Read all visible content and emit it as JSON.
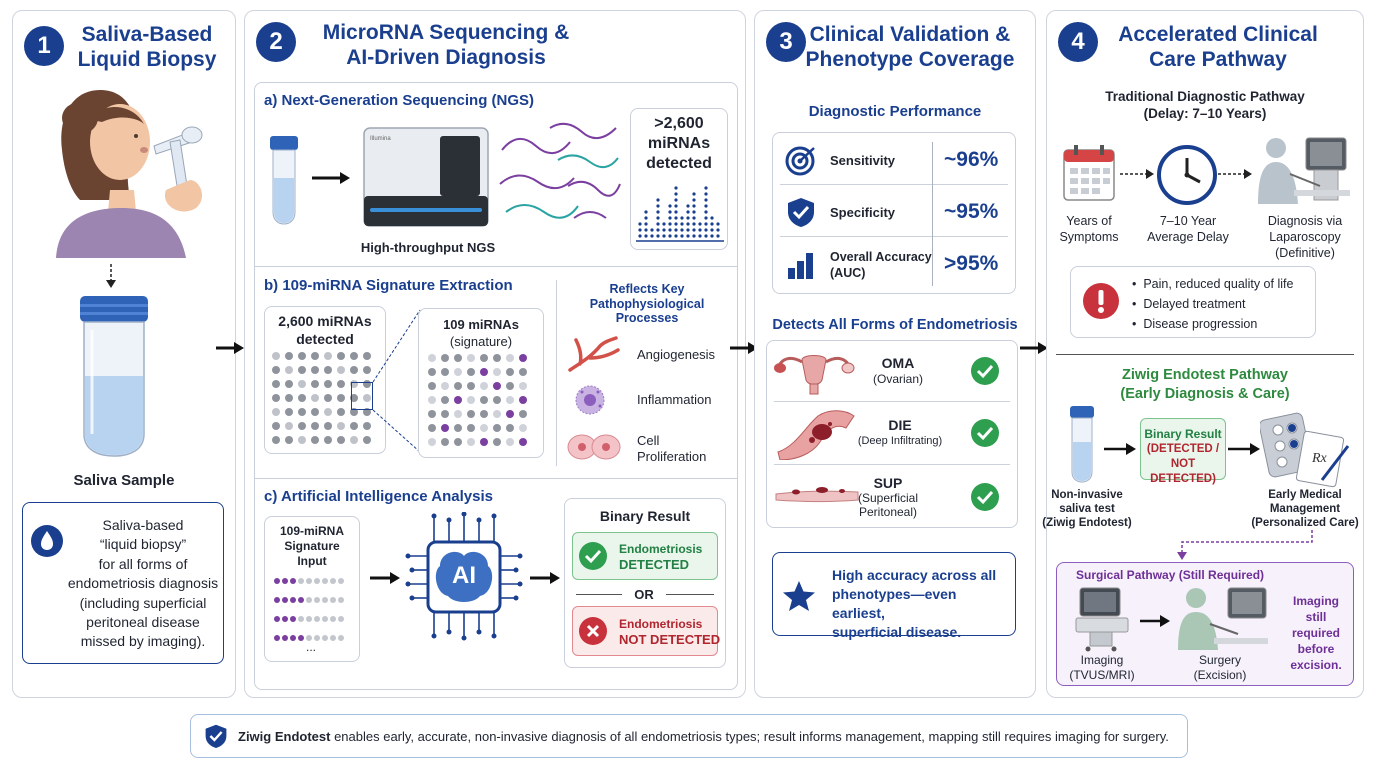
{
  "panel1": {
    "number": "1",
    "title_line1": "Saliva-Based",
    "title_line2": "Liquid Biopsy",
    "sample_label": "Saliva Sample",
    "info_lines": [
      "Saliva-based",
      "“liquid biopsy”",
      "for all forms of",
      "endometriosis diagnosis",
      "(including superficial",
      "peritoneal disease",
      "missed by imaging)."
    ],
    "info_icon": "droplet-icon"
  },
  "panel2": {
    "number": "2",
    "title_line1": "MicroRNA Sequencing &",
    "title_line2": "AI-Driven Diagnosis",
    "ngs": {
      "heading": "a) Next-Generation Sequencing (NGS)",
      "machine_label": "High-throughput NGS",
      "machine_brand": "Illumina",
      "detected_line1": ">2,600",
      "detected_line2": "miRNAs",
      "detected_line3": "detected"
    },
    "signature": {
      "heading": "b) 109-miRNA Signature Extraction",
      "left_line1": "2,600 miRNAs",
      "left_line2": "detected",
      "right_line1": "109 miRNAs",
      "right_line2": "(signature)",
      "processes_title_line1": "Reflects Key",
      "processes_title_line2": "Pathophysiological",
      "processes_title_line3": "Processes",
      "process_angiogenesis": "Angiogenesis",
      "process_inflammation": "Inflammation",
      "process_cell_line1": "Cell",
      "process_cell_line2": "Proliferation"
    },
    "ai": {
      "heading": "c) Artificial Intelligence Analysis",
      "input_line1": "109-miRNA",
      "input_line2": "Signature",
      "input_line3": "Input",
      "input_more": "...",
      "chip_label": "AI",
      "result_title": "Binary Result",
      "detected_line1": "Endometriosis",
      "detected_line2": "DETECTED",
      "or_label": "OR",
      "not_detected_line1": "Endometriosis",
      "not_detected_line2": "NOT DETECTED"
    }
  },
  "panel3": {
    "number": "3",
    "title_line1": "Clinical Validation &",
    "title_line2": "Phenotype Coverage",
    "performance_title": "Diagnostic Performance",
    "metric_sensitivity_label": "Sensitivity",
    "metric_sensitivity_value": "~96%",
    "metric_specificity_label": "Specificity",
    "metric_specificity_value": "~95%",
    "metric_accuracy_line1": "Overall Accuracy",
    "metric_accuracy_line2": "(AUC)",
    "metric_accuracy_value": ">95%",
    "forms_title": "Detects All Forms of Endometriosis",
    "form_oma_name": "OMA",
    "form_oma_desc": "(Ovarian)",
    "form_die_name": "DIE",
    "form_die_desc": "(Deep Infiltrating)",
    "form_sup_name": "SUP",
    "form_sup_desc_line1": "(Superficial",
    "form_sup_desc_line2": "Peritoneal)",
    "highlight_line1": "High accuracy across all",
    "highlight_line2": "phenotypes—even earliest,",
    "highlight_line3": "superficial disease."
  },
  "panel4": {
    "number": "4",
    "title_line1": "Accelerated Clinical",
    "title_line2": "Care Pathway",
    "traditional_title_line1": "Traditional Diagnostic Pathway",
    "traditional_title_line2": "(Delay: 7–10 Years)",
    "step_symptoms_line1": "Years of",
    "step_symptoms_line2": "Symptoms",
    "step_delay_line1": "7–10 Year",
    "step_delay_line2": "Average Delay",
    "step_lap_line1": "Diagnosis via",
    "step_lap_line2": "Laparoscopy",
    "step_lap_line3": "(Definitive)",
    "impact_1": "Pain, reduced quality of life",
    "impact_2": "Delayed treatment",
    "impact_3": "Disease progression",
    "ziwig_title_line1": "Ziwig Endotest Pathway",
    "ziwig_title_line2": "(Early Diagnosis & Care)",
    "test_line1": "Non-invasive",
    "test_line2": "saliva test",
    "test_line3": "(Ziwig Endotest)",
    "binary_line1": "Binary Result",
    "binary_line2": "(DETECTED /",
    "binary_line3": "NOT DETECTED)",
    "mgmt_line1": "Early Medical",
    "mgmt_line2": "Management",
    "mgmt_line3": "(Personalized Care)",
    "surgical_title": "Surgical Pathway (Still Required)",
    "imaging_line1": "Imaging",
    "imaging_line2": "(TVUS/MRI)",
    "surgery_line1": "Surgery",
    "surgery_line2": "(Excision)",
    "note_line1": "Imaging",
    "note_line2": "still required",
    "note_line3": "before",
    "note_line4": "excision."
  },
  "footer": {
    "brand": "Ziwig Endotest",
    "text": " enables early, accurate, non-invasive diagnosis of all endometriosis types; result informs management, mapping still requires imaging for surgery.",
    "icon": "shield-check-icon"
  },
  "colors": {
    "navy": "#1a3f8f",
    "green": "#2e9e4f",
    "red": "#c8323c",
    "purple": "#7b3fa0",
    "gray_dot": "#8f949c"
  }
}
